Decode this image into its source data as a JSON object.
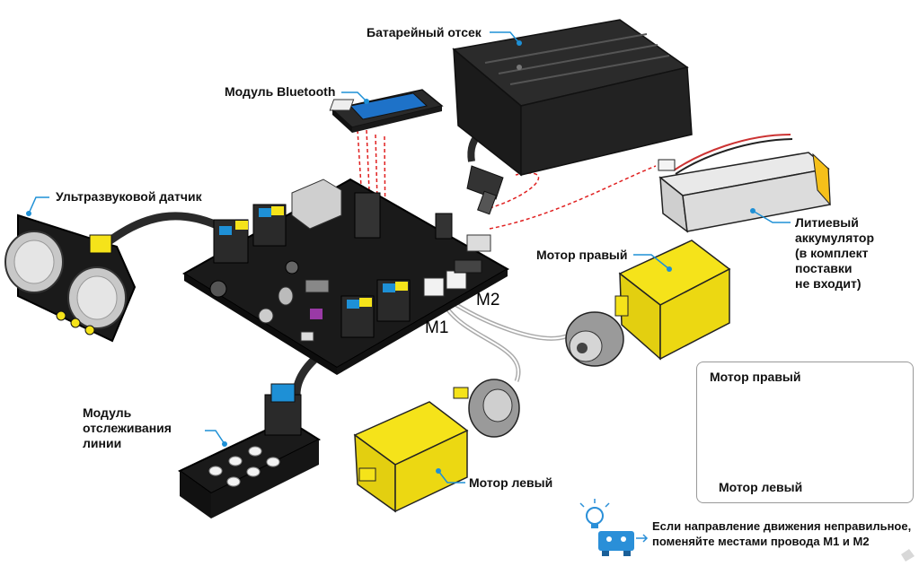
{
  "labels": {
    "battery_box": "Батарейный отсек",
    "bluetooth": "Модуль Bluetooth",
    "ultrasonic": "Ультразвуковой датчик",
    "lithium_line1": "Литиевый",
    "lithium_line2": "аккумулятор",
    "lithium_line3": "(в комплект",
    "lithium_line4": "поставки",
    "lithium_line5": "не входит)",
    "motor_right": "Мотор правый",
    "motor_left": "Мотор левый",
    "line_line1": "Модуль",
    "line_line2": "отслеживания",
    "line_line3": "линии",
    "m1": "M1",
    "m2": "M2"
  },
  "inset": {
    "motor_right": "Мотор правый",
    "motor_left": "Мотор левый"
  },
  "note": {
    "text": "Если направление движения неправильное, поменяйте местами провода M1 и M2"
  },
  "colors": {
    "board": "#1a1a1a",
    "yellow": "#f5e31a",
    "blue_accent": "#1e90d6",
    "lead_line": "#1e90d6",
    "dashed_red": "#e02020",
    "inset_blue": "#2a8fd8"
  }
}
